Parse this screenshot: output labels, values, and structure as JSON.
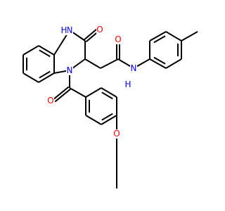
{
  "colors": {
    "background": "#ffffff",
    "bond": "#000000",
    "nitrogen": "#0000ff",
    "oxygen": "#ff0000"
  },
  "atoms": {
    "n_amide_ring": "N",
    "h_amide_ring": "H",
    "o_ring_carbonyl": "O",
    "o_side_carbonyl": "O",
    "n_side_amide": "N",
    "h_side_amide": "H",
    "n_ring": "N",
    "o_benzoyl": "O",
    "o_ether": "O"
  }
}
